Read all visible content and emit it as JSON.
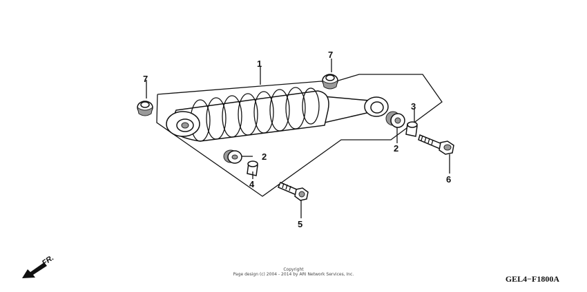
{
  "diagram": {
    "callouts": [
      {
        "id": "c1",
        "label": "1"
      },
      {
        "id": "c2a",
        "label": "2"
      },
      {
        "id": "c2b",
        "label": "2"
      },
      {
        "id": "c3",
        "label": "3"
      },
      {
        "id": "c4",
        "label": "4"
      },
      {
        "id": "c5",
        "label": "5"
      },
      {
        "id": "c6",
        "label": "6"
      },
      {
        "id": "c7a",
        "label": "7"
      },
      {
        "id": "c7b",
        "label": "7"
      }
    ],
    "front_label": "FR.",
    "copyright_line1": "Copyright",
    "copyright_line2": "Page design (c) 2004 - 2014 by ARI Network Services, Inc.",
    "diagram_code": "GEL4−F1800A"
  }
}
